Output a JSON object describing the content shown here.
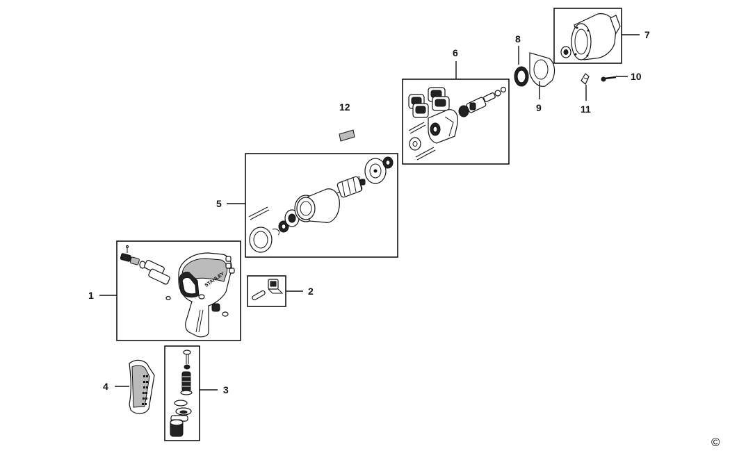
{
  "callouts": [
    {
      "id": "1",
      "label": "1"
    },
    {
      "id": "2",
      "label": "2"
    },
    {
      "id": "3",
      "label": "3"
    },
    {
      "id": "4",
      "label": "4"
    },
    {
      "id": "5",
      "label": "5"
    },
    {
      "id": "6",
      "label": "6"
    },
    {
      "id": "7",
      "label": "7"
    },
    {
      "id": "8",
      "label": "8"
    },
    {
      "id": "9",
      "label": "9"
    },
    {
      "id": "10",
      "label": "10"
    },
    {
      "id": "11",
      "label": "11"
    },
    {
      "id": "12",
      "label": "12"
    }
  ],
  "housing_brand": "STANLEY",
  "copyright_mark": "©"
}
